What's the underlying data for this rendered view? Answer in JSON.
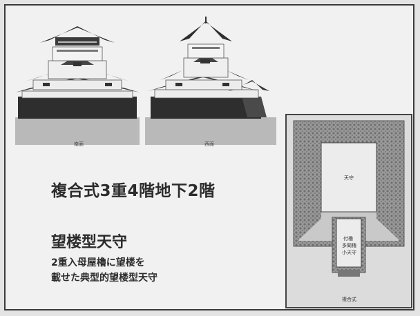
{
  "elevations": {
    "left_caption": "南面",
    "right_caption": "西面"
  },
  "main": {
    "title": "複合式3重4階地下2階",
    "type_title": "望楼型天守",
    "description_line1": "2重入母屋櫓に望楼を",
    "description_line2": "載せた典型的望楼型天守"
  },
  "plan": {
    "tenshu_label": "天守",
    "annex_label_line1": "付櫓",
    "annex_label_line2": "多聞櫓",
    "annex_label_line3": "小天守",
    "caption": "複合式"
  }
}
